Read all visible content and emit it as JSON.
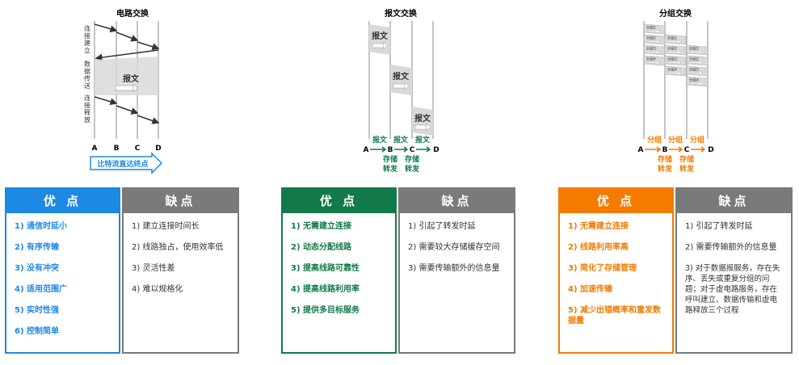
{
  "circuit": {
    "title": "电路交换",
    "phases": [
      "连接建立",
      "数据传送",
      "连接释放"
    ],
    "message": "报文",
    "nodes": [
      "A",
      "B",
      "C",
      "D"
    ],
    "banner": "比特流直达终点"
  },
  "message_switching": {
    "title": "报文交换",
    "message": "报文",
    "nodes": [
      "A",
      "B",
      "C",
      "D"
    ],
    "labels": [
      "报文",
      "报文",
      "报文"
    ],
    "store_forward": [
      "存储",
      "转发",
      "存储",
      "转发"
    ]
  },
  "packet_switching": {
    "title": "分组交换",
    "packets": [
      "分组1",
      "分组2",
      "分组3",
      "分组4"
    ],
    "nodes": [
      "A",
      "B",
      "C",
      "D"
    ],
    "labels": [
      "分组",
      "分组",
      "分组"
    ],
    "store_forward": [
      "存储",
      "转发",
      "存储",
      "转发"
    ]
  },
  "panels": [
    {
      "adv_title": "优 点",
      "adv_items": [
        "1) 通信时延小",
        "2) 有序传输",
        "3) 没有冲突",
        "4) 适用范围广",
        "5) 实时性强",
        "6) 控制简单"
      ],
      "dis_title": "缺点",
      "dis_items": [
        "1) 建立连接时间长",
        "2) 线路独占，使用效率低",
        "3) 灵活性差",
        "4) 难以规格化"
      ]
    },
    {
      "adv_title": "优 点",
      "adv_items": [
        "1) 无需建立连接",
        "2) 动态分配线路",
        "3) 提高线路可靠性",
        "4) 提高线路利用率",
        "5) 提供多目标服务"
      ],
      "dis_title": "缺点",
      "dis_items": [
        "1) 引起了转发时延",
        "2) 需要较大存储缓存空间",
        "3) 需要传输额外的信息量"
      ]
    },
    {
      "adv_title": "优 点",
      "adv_items": [
        "1) 无需建立连接",
        "2) 线路利用率高",
        "3) 简化了存储管理",
        "4) 加速传输",
        "5) 减少出错概率和重发数据量"
      ],
      "dis_title": "缺点",
      "dis_items": [
        "1) 引起了转发时延",
        "2) 需要传输额外的信息量",
        "3) 对于数据报服务，存在失序、丢失或重复分组的问题；对于虚电路服务，存在呼叫建立、数据传输和虚电路释放三个过程"
      ]
    }
  ],
  "colors": {
    "blue": "#1e88e5",
    "green": "#127a4a",
    "orange": "#f47b00",
    "gray": "#7a7a7a"
  }
}
